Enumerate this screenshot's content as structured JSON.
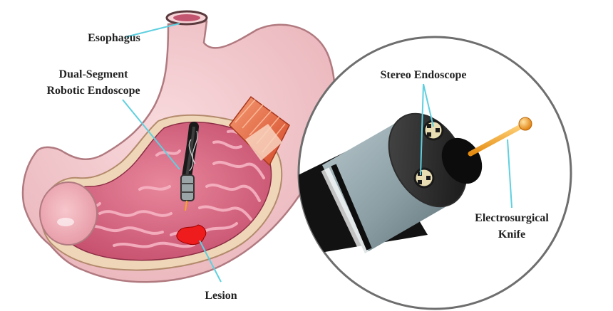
{
  "labels": {
    "esophagus": "Esophagus",
    "endoscope_line1": "Dual-Segment",
    "endoscope_line2": "Robotic Endoscope",
    "lesion": "Lesion",
    "stereo": "Stereo Endoscope",
    "knife_line1": "Electrosurgical",
    "knife_line2": "Knife"
  },
  "colors": {
    "leader": "#5fd0e0",
    "stomach_outer": "#f2c8cc",
    "stomach_inner": "#d96a86",
    "lesion": "#ee1c1c",
    "endoscope_body": "#8fa2a8",
    "knife": "#f5a623"
  }
}
